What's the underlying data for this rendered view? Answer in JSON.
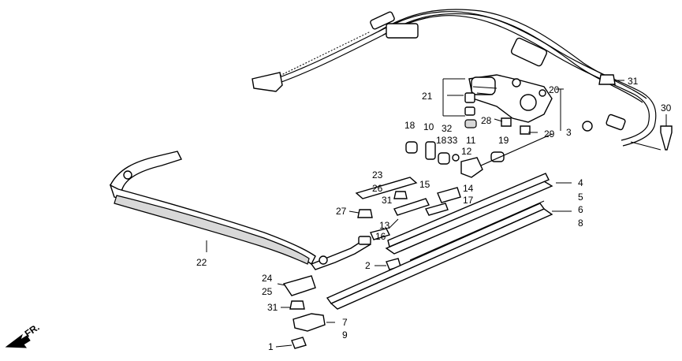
{
  "diagram": {
    "front_label": "FR.",
    "callouts": [
      "1",
      "2",
      "3",
      "4",
      "5",
      "6",
      "7",
      "8",
      "9",
      "10",
      "11",
      "12",
      "13",
      "14",
      "15",
      "16",
      "17",
      "18",
      "18",
      "19",
      "20",
      "21",
      "22",
      "23",
      "24",
      "25",
      "26",
      "27",
      "28",
      "29",
      "30",
      "31",
      "31",
      "31",
      "32",
      "33"
    ]
  }
}
